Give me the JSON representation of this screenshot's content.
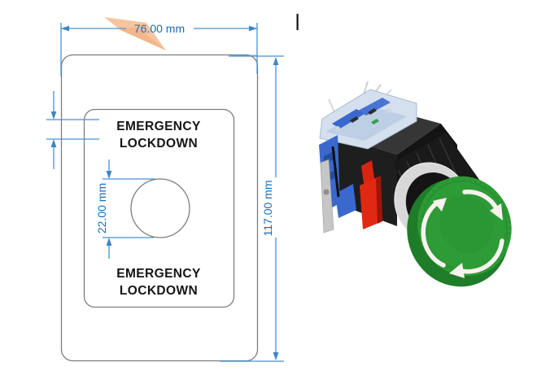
{
  "drawing": {
    "width_dimension_label": "76.00 mm",
    "height_dimension_label": "117.00 mm",
    "hole_dimension_label": "22.00 mm",
    "top_label_line1": "EMERGENCY",
    "top_label_line2": "LOCKDOWN",
    "bottom_label_line1": "EMERGENCY",
    "bottom_label_line2": "LOCKDOWN",
    "colors": {
      "outline": "#7d7d7d",
      "dimension_line": "#4a90cd",
      "dimension_text": "#1b6cb3",
      "label_text": "#141414",
      "highlight_wedge": "#f6c29a"
    }
  },
  "photo": {
    "subject": "green-emergency-stop-mushroom-button",
    "colors": {
      "mushroom_green": "#2d9c36",
      "mushroom_green_dark": "#1f7c29",
      "housing_black": "#1e1e1e",
      "terminal_blue": "#3a68cf",
      "latch_red": "#e02812",
      "bracket_silver": "#c6c6c6",
      "ring_chrome": "#d8d8d8",
      "cover_clear": "#d4e0ee",
      "arrow_white": "#faf2ef"
    }
  }
}
